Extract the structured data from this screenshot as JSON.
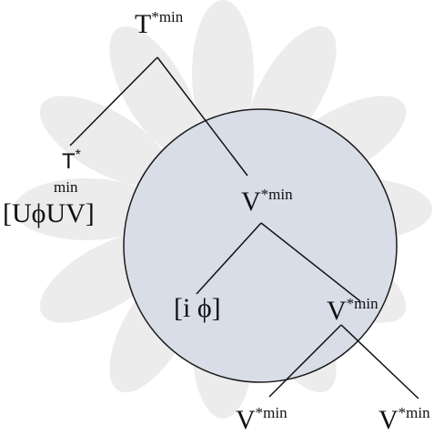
{
  "tree": {
    "root": {
      "base": "T",
      "sup": "*min"
    },
    "t_head": {
      "base": "T",
      "sup": "*",
      "sub": "min",
      "features": "[UϕUV]"
    },
    "v_top": {
      "base": "V",
      "sup": "*min"
    },
    "spec": "[i ϕ]",
    "v_mid": {
      "base": "V",
      "sup": "*min"
    },
    "v_left": {
      "base": "V",
      "sup": "*min"
    },
    "v_right": {
      "base": "V",
      "sup": "*min"
    }
  },
  "colors": {
    "circle_fill": "#d8dde8",
    "circle_stroke": "#1a1a1a",
    "lines": "#111111",
    "watermark": "#e8e8e8"
  }
}
